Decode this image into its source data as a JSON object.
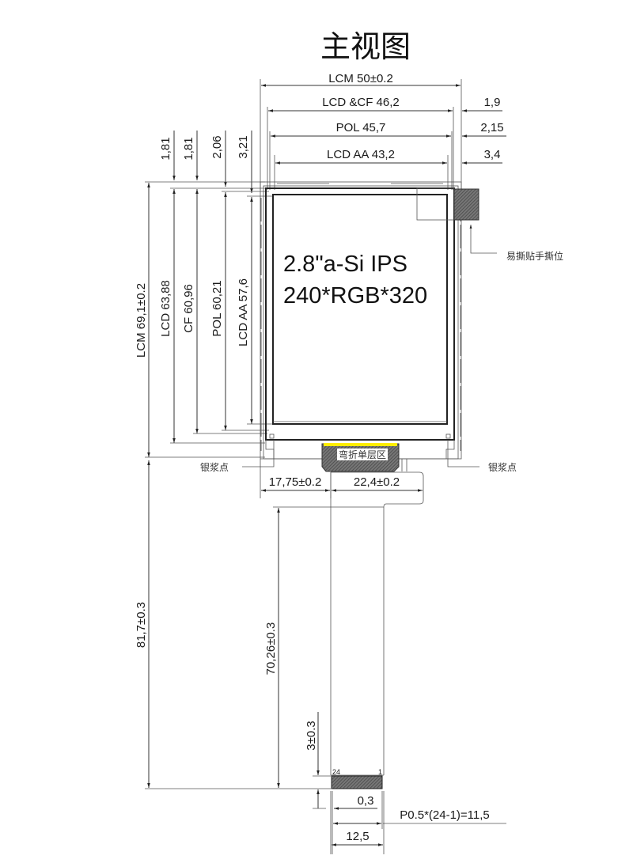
{
  "title": "主视图",
  "horizontal_dims": {
    "lcm": "LCM 50±0.2",
    "lcd_cf": "LCD &CF 46,2",
    "pol": "POL 45,7",
    "lcd_aa": "LCD AA 43,2",
    "right_offsets": [
      "1,9",
      "2,15",
      "3,4"
    ]
  },
  "top_vertical_offsets": [
    "1,81",
    "1,81",
    "2,06",
    "3,21"
  ],
  "vertical_dims": {
    "lcm": "LCM 69,1±0.2",
    "lcd": "LCD 63,88",
    "cf": "CF 60,96",
    "pol": "POL 60,21",
    "lcd_aa": "LCD AA 57,6"
  },
  "display_label": {
    "line1": "2.8\"a-Si IPS",
    "line2": "240*RGB*320"
  },
  "annotations": {
    "tear_tab": "易撕贴手撕位",
    "silver_paste_left": "银浆点",
    "silver_paste_right": "银浆点",
    "bend_area": "弯折单层区"
  },
  "fpc_dims": {
    "left_offset": "17,75±0.2",
    "fpc_width": "22,4±0.2",
    "total_length": "81,7±0.3",
    "tail_length": "70,26±0.3",
    "finger_length": "3±0.3",
    "finger_edge": "0,3",
    "pitch": "P0.5*(24-1)=11,5",
    "tail_width": "12,5",
    "pin_left": "24",
    "pin_right": "1"
  },
  "colors": {
    "line": "#333333",
    "bend_highlight": "#ffee00",
    "hatch": "#555555",
    "text": "#1a1a1a"
  }
}
